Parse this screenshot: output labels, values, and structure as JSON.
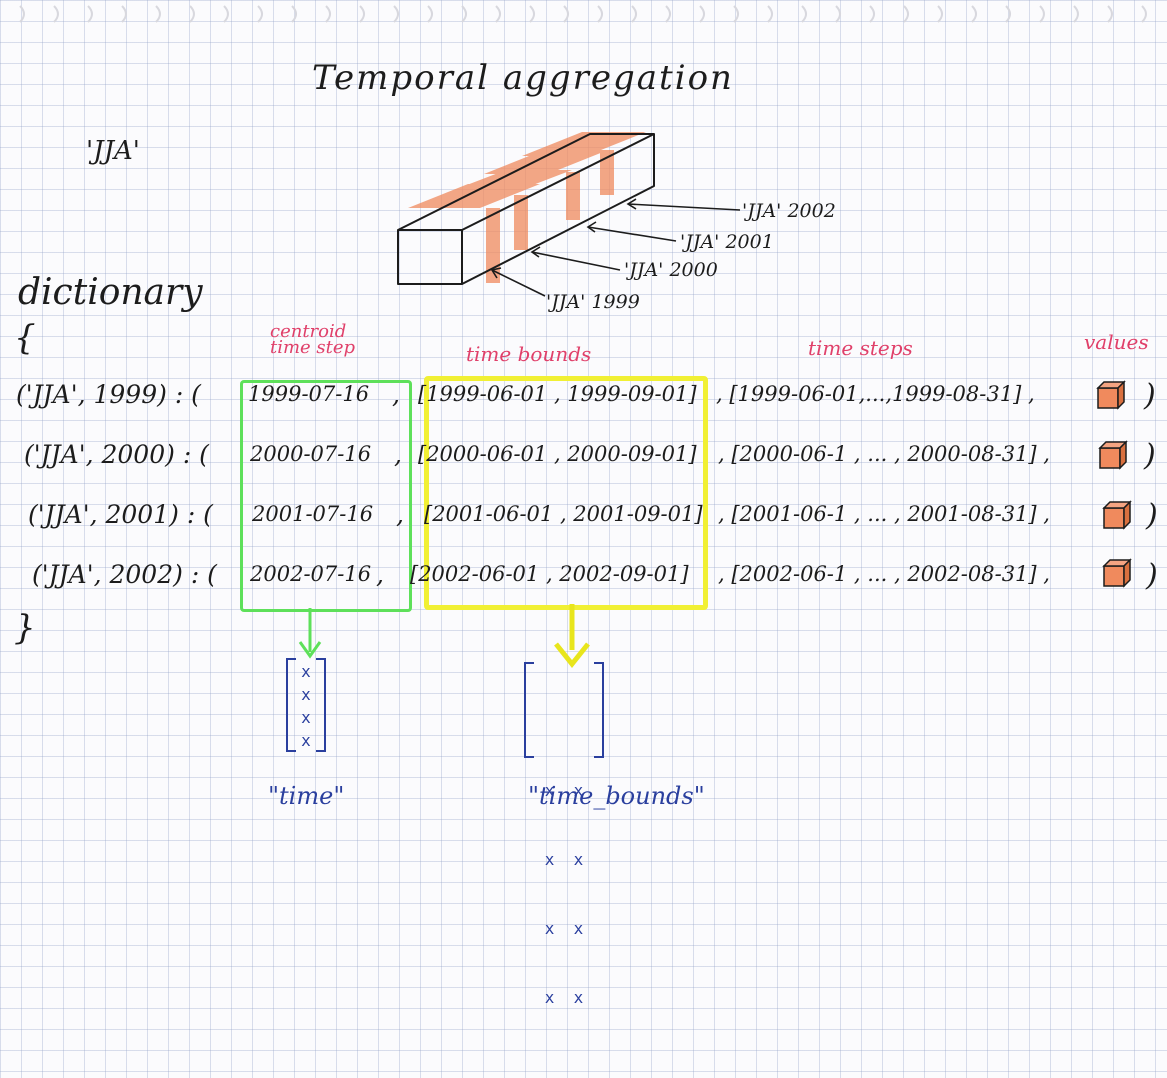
{
  "title": "Temporal aggregation",
  "season_label": "'JJA'",
  "dictionary_label": "dictionary",
  "open_brace": "{",
  "close_brace": "}",
  "callouts": [
    {
      "label": "'JJA' 2002"
    },
    {
      "label": "'JJA' 2001"
    },
    {
      "label": "'JJA' 2000"
    },
    {
      "label": "'JJA' 1999"
    }
  ],
  "column_headers": {
    "centroid_line1": "centroid",
    "centroid_line2": "time step",
    "time_bounds": "time bounds",
    "time_steps": "time steps",
    "values": "values"
  },
  "rows": [
    {
      "key": "('JJA', 1999) : (",
      "centroid": "1999-07-16",
      "bounds": "[1999-06-01 , 1999-09-01]",
      "steps": ", [1999-06-01,...,1999-08-31] ,"
    },
    {
      "key": "('JJA', 2000) : (",
      "centroid": "2000-07-16",
      "bounds": "[2000-06-01 , 2000-09-01]",
      "steps": ", [2000-06-1 , ... , 2000-08-31] ,"
    },
    {
      "key": "('JJA', 2001) : (",
      "centroid": "2001-07-16",
      "bounds": "[2001-06-01 , 2001-09-01]",
      "steps": ", [2001-06-1 , ... , 2001-08-31] ,"
    },
    {
      "key": "('JJA', 2002) : (",
      "centroid": "2002-07-16",
      "bounds": "[2002-06-01 , 2002-09-01]",
      "steps": ", [2002-06-1 , ... , 2002-08-31] ,"
    }
  ],
  "row_separator": ",",
  "row_close": ")",
  "matrix_time": {
    "cells": [
      "x",
      "x",
      "x",
      "x"
    ]
  },
  "matrix_bounds": {
    "cells": [
      "x  x",
      "x  x",
      "x  x",
      "x  x"
    ]
  },
  "output_time": "\"time\"",
  "output_bounds": "\"time_bounds\"",
  "colors": {
    "green_box": "#5ee05a",
    "yellow_box": "#f1f034",
    "highlight_orange": "#f08a5d",
    "blue_ink": "#2a3f9e",
    "pink_ink": "#e0406a"
  }
}
